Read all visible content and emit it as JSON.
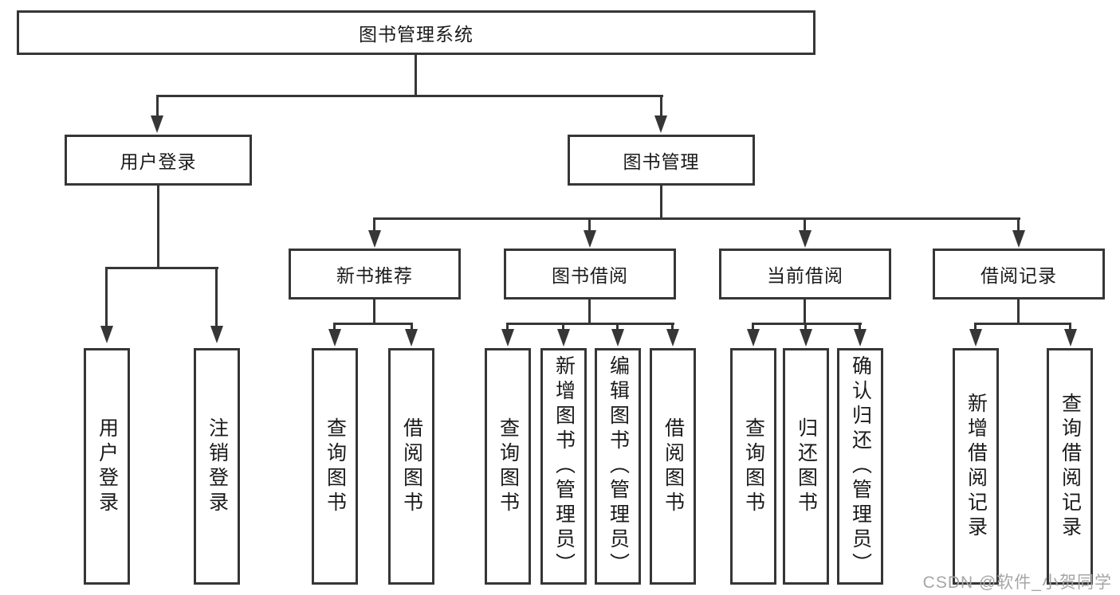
{
  "colors": {
    "line": "#363636",
    "text": "#1a1a1a",
    "background": "#ffffff",
    "watermark_text": "#a6a6a6"
  },
  "watermark": "CSDN @软件_小贺同学",
  "tree": {
    "root": {
      "label": "图书管理系统"
    },
    "children": [
      {
        "label": "用户登录",
        "children": [
          {
            "label": "用户登录"
          },
          {
            "label": "注销登录"
          }
        ]
      },
      {
        "label": "图书管理",
        "children": [
          {
            "label": "新书推荐",
            "children": [
              {
                "label": "查询图书"
              },
              {
                "label": "借阅图书"
              }
            ]
          },
          {
            "label": "图书借阅",
            "children": [
              {
                "label": "查询图书"
              },
              {
                "label": "新增图书（管理员）"
              },
              {
                "label": "编辑图书（管理员）"
              },
              {
                "label": "借阅图书"
              }
            ]
          },
          {
            "label": "当前借阅",
            "children": [
              {
                "label": "查询图书"
              },
              {
                "label": "归还图书"
              },
              {
                "label": "确认归还（管理员）"
              }
            ]
          },
          {
            "label": "借阅记录",
            "children": [
              {
                "label": "新增借阅记录"
              },
              {
                "label": "查询借阅记录"
              }
            ]
          }
        ]
      }
    ]
  }
}
